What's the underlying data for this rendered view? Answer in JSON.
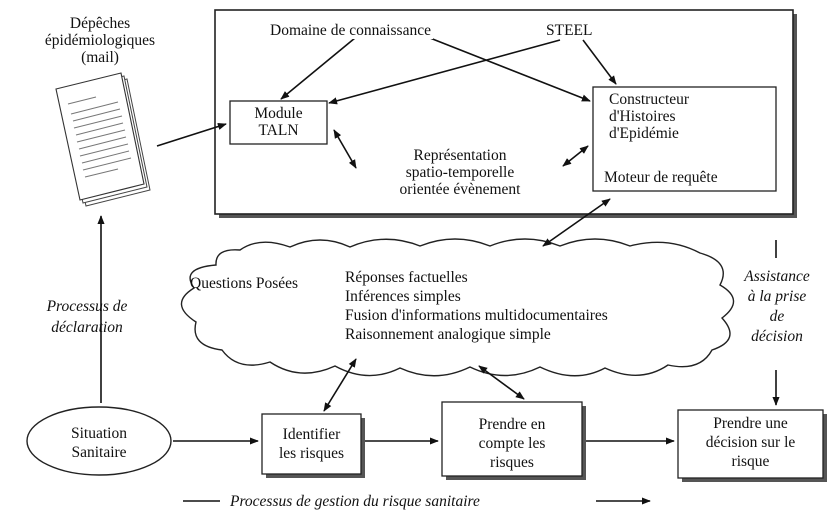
{
  "nodes": {
    "depeches": [
      "Dépêches",
      "épidémiologiques",
      "(mail)"
    ],
    "domaine": "Domaine de connaissance",
    "steel": "STEEL",
    "module": [
      "Module",
      "TALN"
    ],
    "constructeur": [
      "Constructeur",
      "d'Histoires",
      "d'Epidémie"
    ],
    "moteur": "Moteur de requête",
    "representation": [
      "Représentation",
      "spatio-temporelle",
      "orientée évènement"
    ],
    "questions": "Questions Posées",
    "reponses": [
      "Réponses factuelles",
      "Inférences simples",
      "Fusion d'informations multidocumentaires",
      "Raisonnement analogique simple"
    ],
    "processus_declaration": [
      "Processus de",
      "déclaration"
    ],
    "assistance": [
      "Assistance",
      "à la prise",
      "de",
      "décision"
    ],
    "situation": [
      "Situation",
      "Sanitaire"
    ],
    "identifier": [
      "Identifier",
      "les risques"
    ],
    "prendre_compte": [
      "Prendre en",
      "compte les",
      "risques"
    ],
    "prendre_decision": [
      "Prendre une",
      "décision sur le",
      "risque"
    ],
    "processus_gestion": "Processus de gestion du risque sanitaire"
  }
}
